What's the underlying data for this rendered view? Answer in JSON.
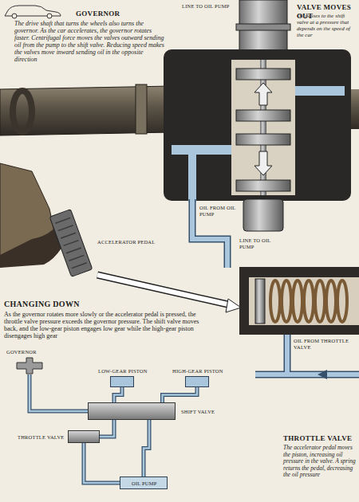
{
  "diagram": {
    "nodes": [
      {
        "text": [
          "GOVERNOR"
        ]
      },
      {
        "text": [
          "LOW-GEAR PISTON"
        ]
      },
      {
        "text": [
          "HIGH-GEAR PISTON"
        ]
      },
      {
        "text": [
          "SHIFT VALVE"
        ]
      },
      {
        "text": [
          "THROTTLE VALVE"
        ]
      },
      {
        "text": [
          "OIL PUMP"
        ]
      }
    ],
    "edges": [
      {
        "from": 0,
        "to": 3,
        "arrow": "none"
      },
      {
        "from": 4,
        "to": 3,
        "arrow": "none"
      },
      {
        "from": 5,
        "to": 3,
        "arrow": "none"
      },
      {
        "from": 3,
        "to": 1,
        "arrow": "none"
      },
      {
        "from": 3,
        "to": 2,
        "arrow": "none"
      },
      {
        "from": 5,
        "to": 4,
        "arrow": "none"
      }
    ],
    "labels": [
      "GOVERNOR",
      "The drive shaft that turns the wheels also turns the governor. As the car accelerates, the governor rotates faster. Centrifugal force moves the valves outward sending oil from the pump to the shift valve. Reducing speed makes the valves move inward sending oil in the opposite direction",
      "LINE TO OIL PUMP",
      "VALVE MOVES OUT",
      "Oil passes to the shift valve at a pressure that depends on the speed of the car",
      "OIL FROM OIL PUMP",
      "LINE TO OIL PUMP",
      "ACCELERATOR PEDAL",
      "CHANGING DOWN",
      "As the governor rotates more slowly or the accelerator pedal is pressed, the throttle valve pressure exceeds the governor pressure. The shift valve moves back, and the low-gear piston engages low gear while the high-gear piston disengages high gear",
      "OIL FROM THROTTLE VALVE",
      "THROTTLE VALVE",
      "The accelerator pedal moves the piston, increasing oil pressure in the valve. A spring returns the pedal, decreasing the oil pressure"
    ]
  }
}
